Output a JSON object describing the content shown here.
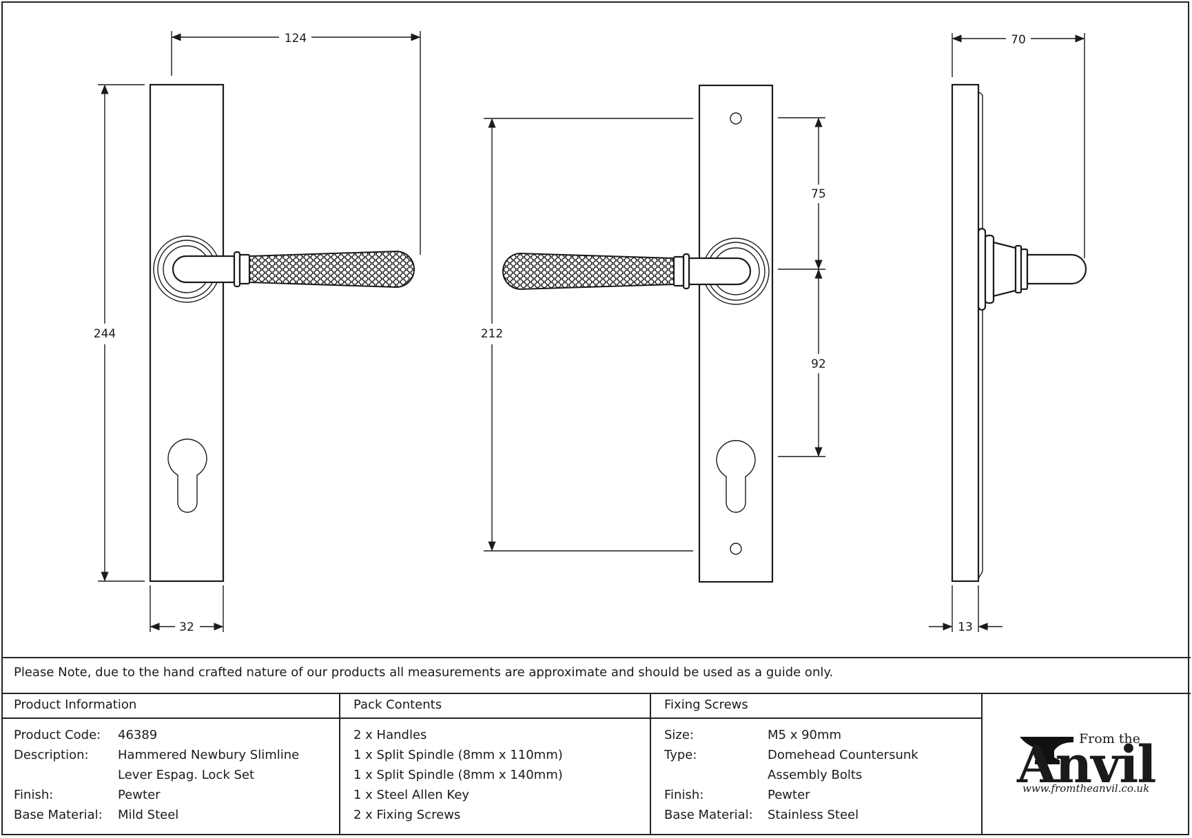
{
  "dimensions": {
    "front_width": "124",
    "front_height": "244",
    "plate_width": "32",
    "fix_centres": "212",
    "upper": "75",
    "lower": "92",
    "projection": "70",
    "plate_depth": "13"
  },
  "note": "Please Note, due to the hand crafted nature of our products all measurements are approximate and should be used as a guide only.",
  "product_info": {
    "heading": "Product Information",
    "rows": [
      {
        "label": "Product Code:",
        "value": "46389"
      },
      {
        "label": "Description:",
        "value": "Hammered Newbury Slimline"
      },
      {
        "label": "",
        "value": "Lever Espag. Lock Set"
      },
      {
        "label": "Finish:",
        "value": "Pewter"
      },
      {
        "label": "Base Material:",
        "value": "Mild Steel"
      }
    ]
  },
  "pack_contents": {
    "heading": "Pack Contents",
    "items": [
      "2 x Handles",
      "1 x Split Spindle (8mm x 110mm)",
      "1 x Split Spindle (8mm x 140mm)",
      "1 x Steel Allen Key",
      "2 x Fixing Screws"
    ]
  },
  "fixing_screws": {
    "heading": "Fixing Screws",
    "rows": [
      {
        "label": "Size:",
        "value": "M5 x 90mm"
      },
      {
        "label": "Type:",
        "value": "Domehead Countersunk"
      },
      {
        "label": "",
        "value": "Assembly Bolts"
      },
      {
        "label": "Finish:",
        "value": "Pewter"
      },
      {
        "label": "Base Material:",
        "value": "Stainless Steel"
      }
    ]
  },
  "logo": {
    "from": "From the",
    "brand": "Anvil",
    "url": "www.fromtheanvil.co.uk"
  }
}
